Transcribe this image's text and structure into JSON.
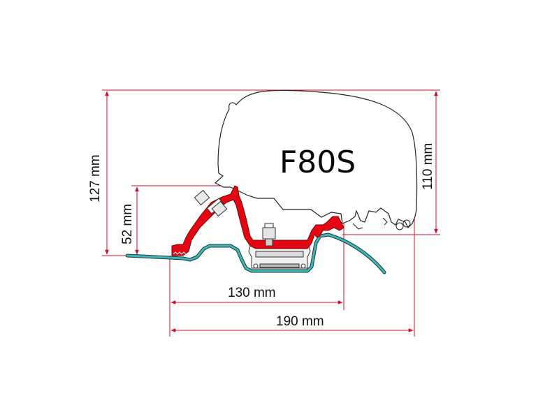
{
  "diagram": {
    "model_label": "F80S",
    "dimensions": {
      "total_height": "127 mm",
      "bracket_height": "52 mm",
      "awning_height": "110 mm",
      "inner_width": "130 mm",
      "total_width": "190 mm"
    },
    "colors": {
      "dimension_lines": "#c8102e",
      "bracket": "#e30613",
      "vehicle_rail": "#3cb6b9",
      "outline": "#222222",
      "text": "#111111"
    },
    "parts": [
      "awning-case",
      "adapter-bracket",
      "vehicle-roof-rail",
      "clamp-block",
      "bolts"
    ]
  }
}
